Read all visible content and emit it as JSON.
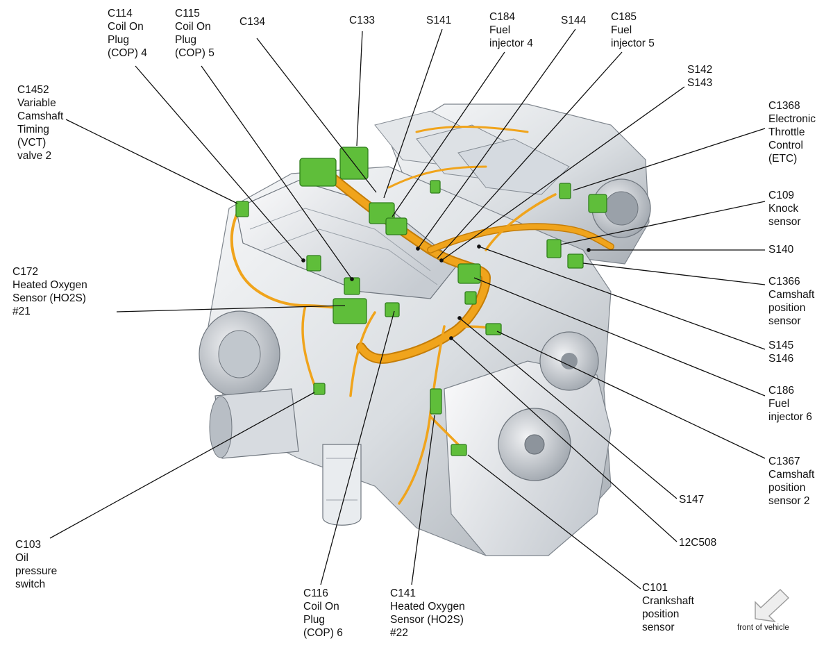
{
  "colors": {
    "harness": "#f0a41c",
    "harness_dark": "#c47d08",
    "connector": "#5fbe3a",
    "connector_dark": "#2f7d1c",
    "engine_light": "#eef0f2",
    "engine_mid": "#c9ced4",
    "engine_dark": "#8d949c",
    "leader": "#111111"
  },
  "callouts": [
    {
      "id": "c114",
      "lines": [
        "C114",
        "Coil On",
        "Plug",
        "(COP) 4"
      ]
    },
    {
      "id": "c115",
      "lines": [
        "C115",
        "Coil On",
        "Plug",
        "(COP) 5"
      ]
    },
    {
      "id": "c134",
      "lines": [
        "C134"
      ]
    },
    {
      "id": "c133",
      "lines": [
        "C133"
      ]
    },
    {
      "id": "s141",
      "lines": [
        "S141"
      ]
    },
    {
      "id": "c184",
      "lines": [
        "C184",
        "Fuel",
        "injector 4"
      ]
    },
    {
      "id": "s144",
      "lines": [
        "S144"
      ]
    },
    {
      "id": "c185",
      "lines": [
        "C185",
        "Fuel",
        "injector 5"
      ]
    },
    {
      "id": "s142",
      "lines": [
        "S142",
        "S143"
      ]
    },
    {
      "id": "c1452",
      "lines": [
        "C1452",
        "Variable",
        "Camshaft",
        "Timing",
        "(VCT)",
        "valve 2"
      ]
    },
    {
      "id": "c1368",
      "lines": [
        "C1368",
        "Electronic",
        "Throttle",
        "Control",
        "(ETC)"
      ]
    },
    {
      "id": "c109",
      "lines": [
        "C109",
        "Knock",
        "sensor"
      ]
    },
    {
      "id": "s140",
      "lines": [
        "S140"
      ]
    },
    {
      "id": "c172",
      "lines": [
        "C172",
        "Heated Oxygen",
        "Sensor (HO2S)",
        "#21"
      ]
    },
    {
      "id": "c1366",
      "lines": [
        "C1366",
        "Camshaft",
        "position",
        "sensor"
      ]
    },
    {
      "id": "s145",
      "lines": [
        "S145",
        "S146"
      ]
    },
    {
      "id": "c186",
      "lines": [
        "C186",
        "Fuel",
        "injector 6"
      ]
    },
    {
      "id": "c1367",
      "lines": [
        "C1367",
        "Camshaft",
        "position",
        "sensor 2"
      ]
    },
    {
      "id": "s147",
      "lines": [
        "S147"
      ]
    },
    {
      "id": "c12c508",
      "lines": [
        "12C508"
      ]
    },
    {
      "id": "c103",
      "lines": [
        "C103",
        "Oil",
        "pressure",
        "switch"
      ]
    },
    {
      "id": "c116",
      "lines": [
        "C116",
        "Coil On",
        "Plug",
        "(COP) 6"
      ]
    },
    {
      "id": "c141",
      "lines": [
        "C141",
        "Heated Oxygen",
        "Sensor (HO2S)",
        "#22"
      ]
    },
    {
      "id": "c101",
      "lines": [
        "C101",
        "Crankshaft",
        "position",
        "sensor"
      ]
    }
  ],
  "orientation": {
    "label": "front of vehicle",
    "icon": "direction-arrow-icon"
  }
}
